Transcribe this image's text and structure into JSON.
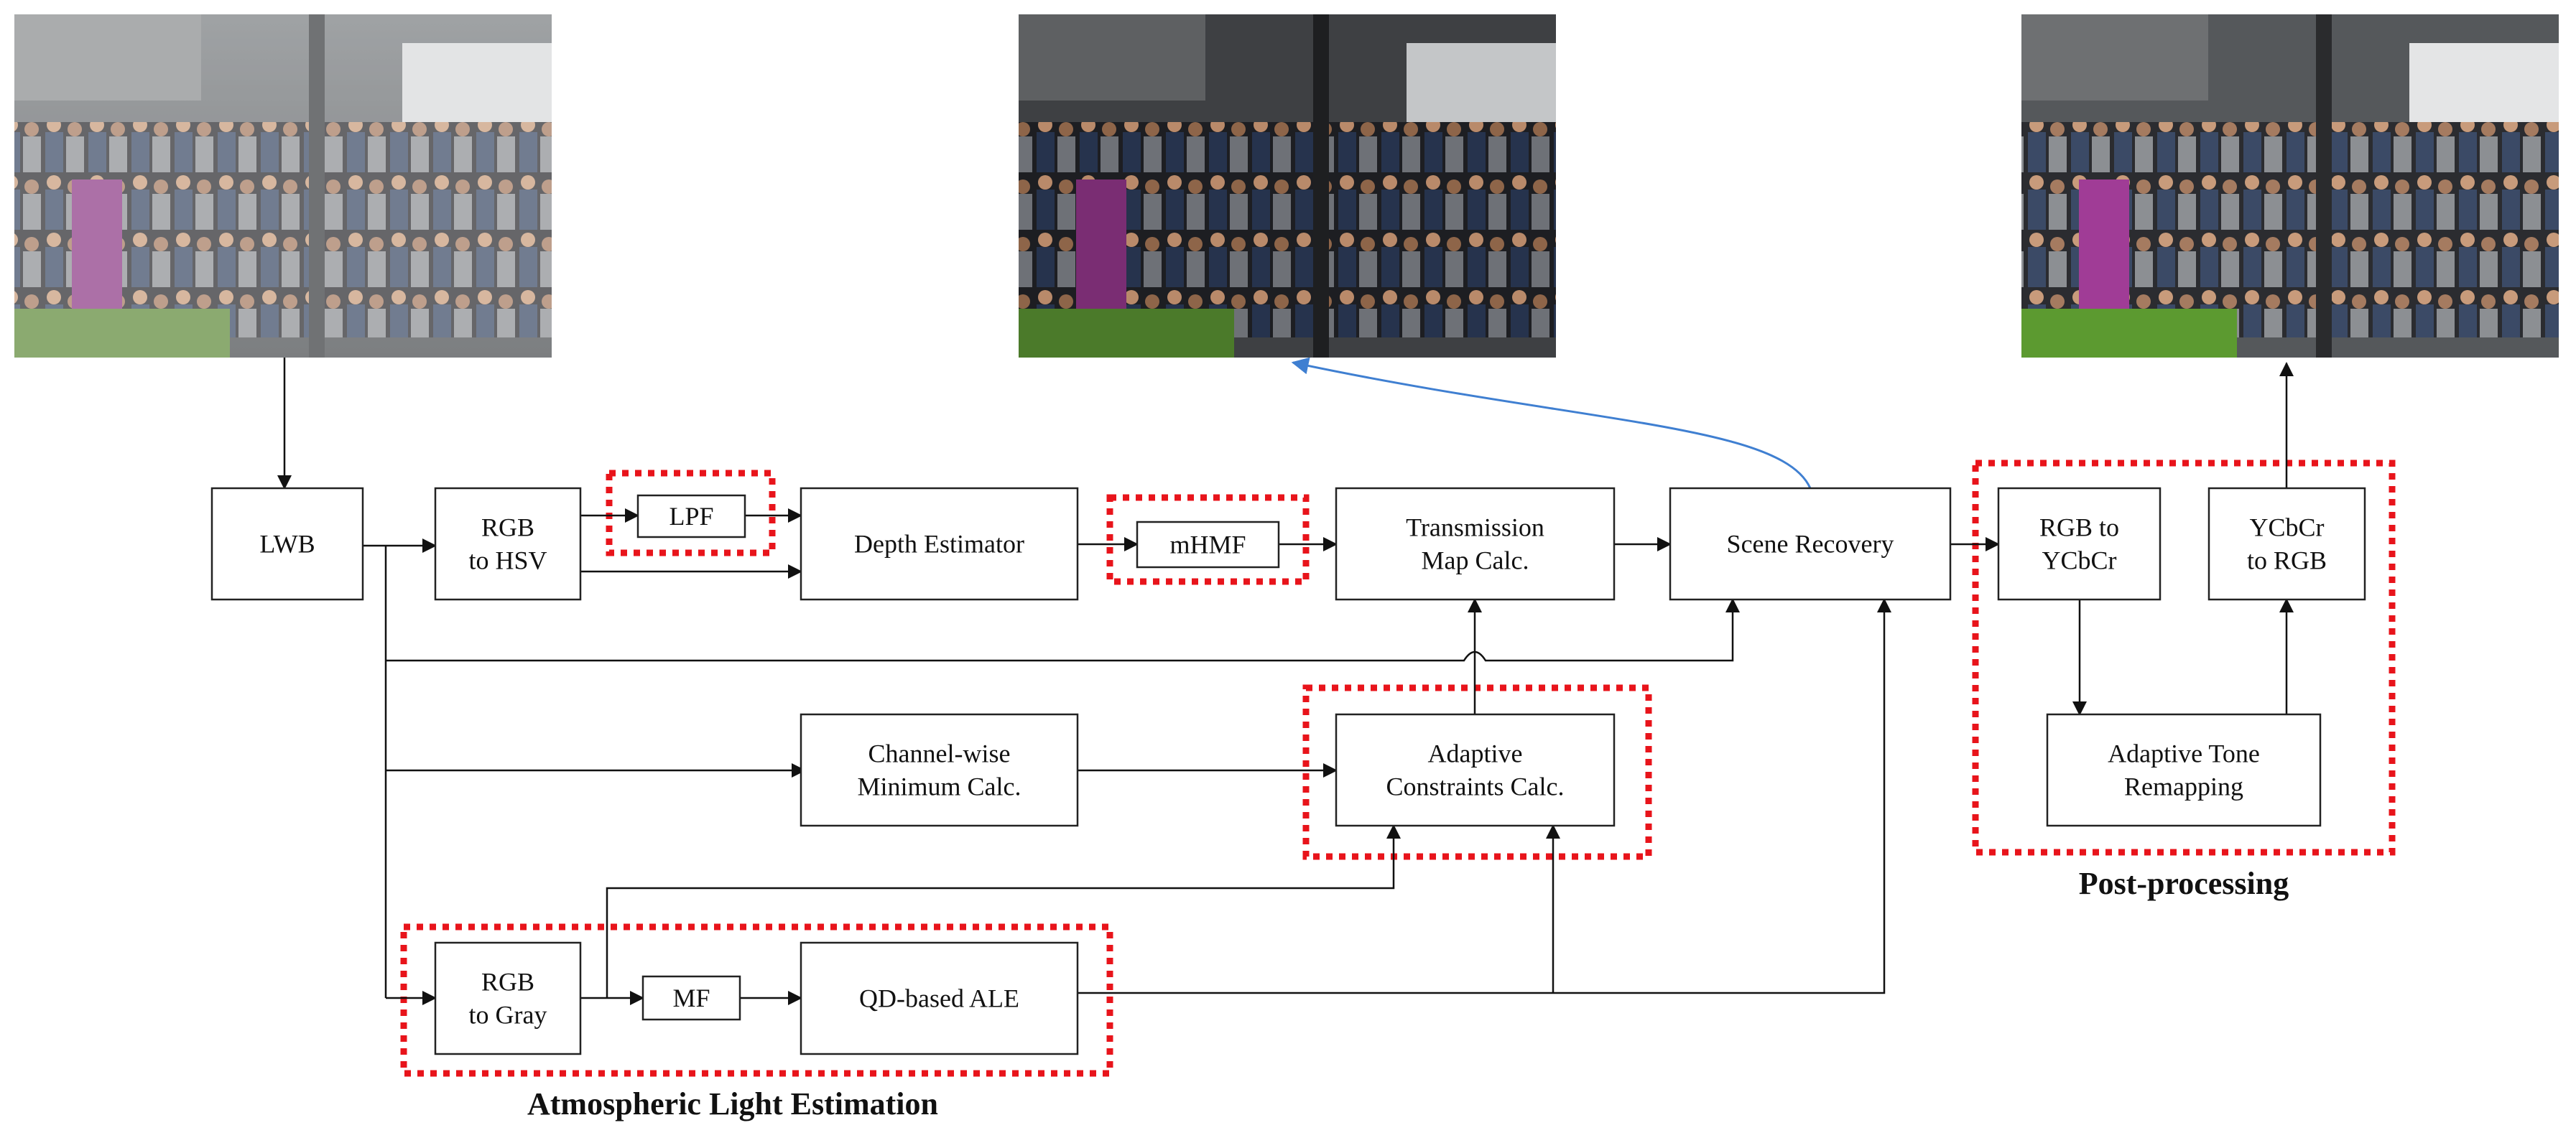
{
  "colors": {
    "group_border": "#e8141b",
    "feedback_arrow": "#3f7fd1",
    "line": "#111111"
  },
  "photos": {
    "input": "Hazy input image of a crowd in a city street",
    "intermediate": "Dehazed image before post-processing",
    "output": "Final dehazed image after post-processing"
  },
  "blocks": {
    "lwb": [
      "LWB"
    ],
    "rgb_to_hsv": [
      "RGB",
      "to HSV"
    ],
    "lpf": [
      "LPF"
    ],
    "depth_estimator": [
      "Depth Estimator"
    ],
    "mhmf": [
      "mHMF"
    ],
    "transmission_map": [
      "Transmission",
      "Map Calc."
    ],
    "scene_recovery": [
      "Scene Recovery"
    ],
    "rgb_to_ycbcr": [
      "RGB to",
      "YCbCr"
    ],
    "ycbcr_to_rgb": [
      "YCbCr",
      "to RGB"
    ],
    "adaptive_tone": [
      "Adaptive Tone",
      "Remapping"
    ],
    "channel_min": [
      "Channel-wise",
      "Minimum Calc."
    ],
    "adaptive_constraints": [
      "Adaptive",
      "Constraints Calc."
    ],
    "rgb_to_gray": [
      "RGB",
      "to Gray"
    ],
    "mf": [
      "MF"
    ],
    "qd_ale": [
      "QD-based ALE"
    ]
  },
  "groups": {
    "post_processing": "Post-processing",
    "atmospheric_light": "Atmospheric Light Estimation"
  }
}
